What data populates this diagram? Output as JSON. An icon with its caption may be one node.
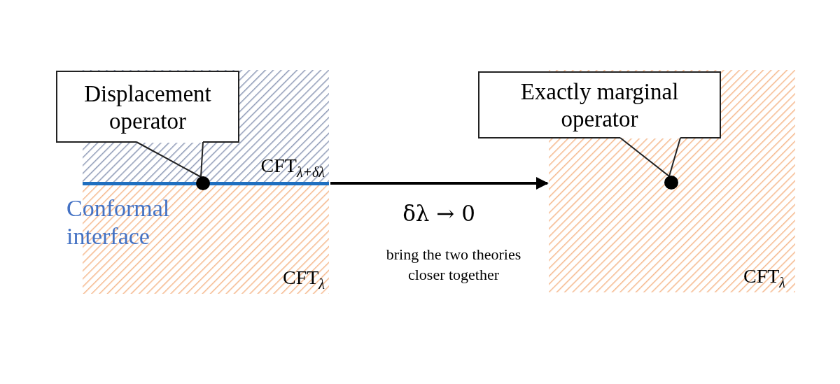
{
  "diagram": {
    "nodes": [
      {
        "text": [
          "CFT$_{λ+δλ}$"
        ]
      },
      {
        "text": [
          "CFT$_{λ}$"
        ]
      },
      {
        "text": [
          "Displacement operator"
        ]
      },
      {
        "text": [],
        "shape": "circle"
      },
      {
        "text": [
          "CFT$_{λ}$"
        ]
      },
      {
        "text": [
          "Exactly marginal operator"
        ]
      },
      {
        "text": [],
        "shape": "circle",
        "in": 4
      }
    ],
    "edges": [
      {
        "from": 2,
        "to": 3,
        "arrow": "none"
      },
      {
        "from": 5,
        "to": 6,
        "arrow": "none"
      },
      {
        "from": 1,
        "to": 4,
        "arrow": "to",
        "label": "δλ → 0"
      }
    ],
    "labels": [
      "Conformal interface",
      "bring the two theories closer together"
    ]
  }
}
